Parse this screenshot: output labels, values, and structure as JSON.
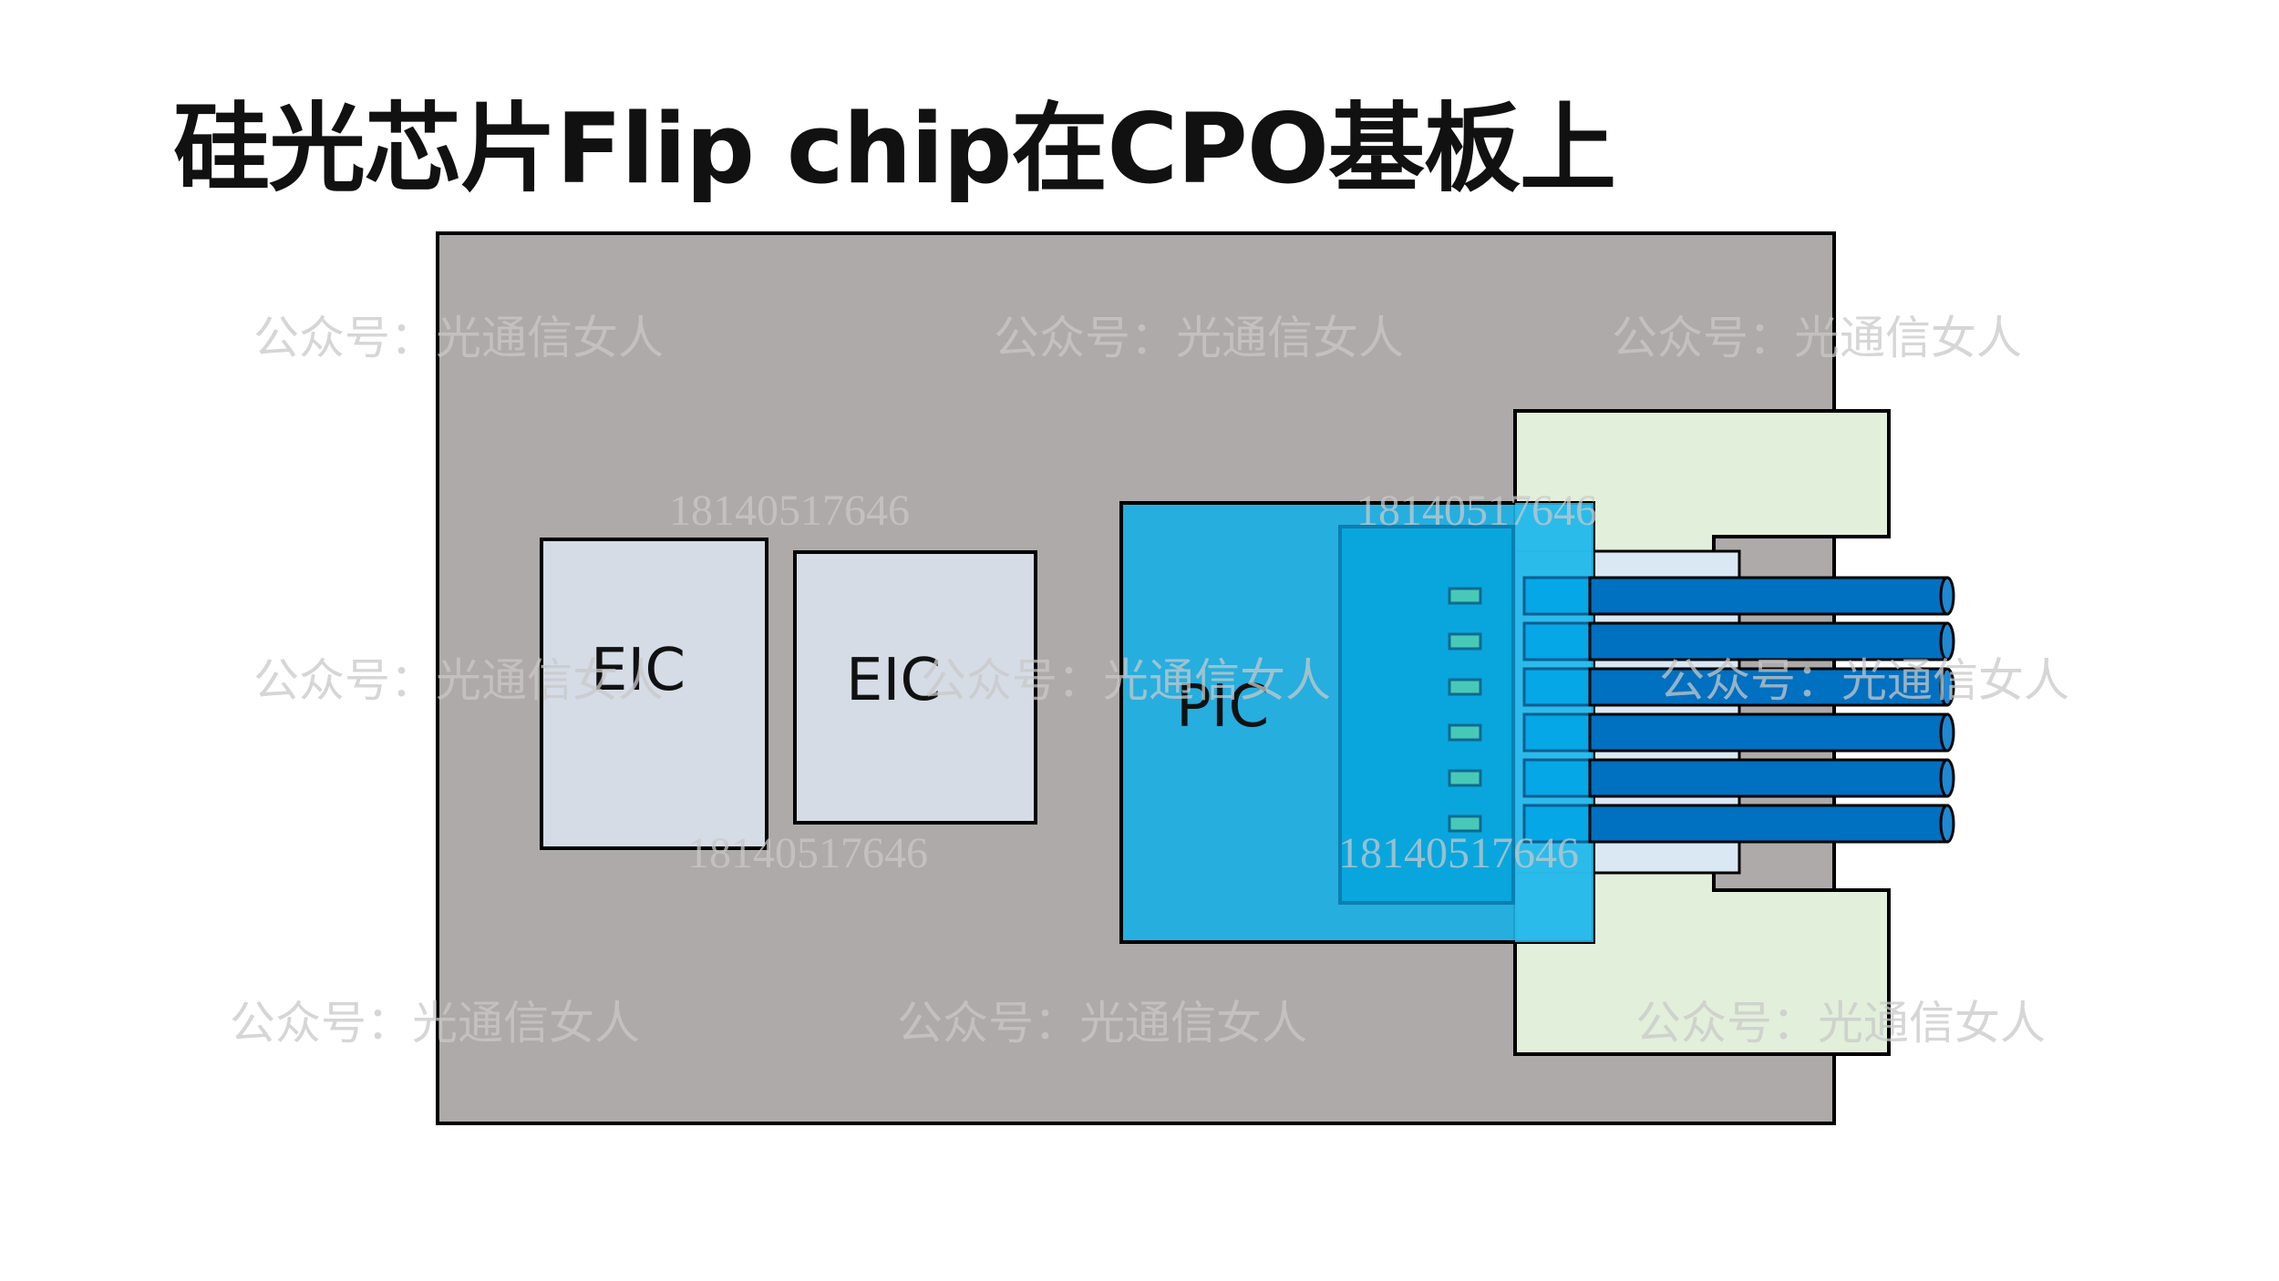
{
  "title": "硅光芯片Flip chip在CPO基板上",
  "labels": {
    "eic_left": "EIC",
    "eic_right": "EIC",
    "pic": "PIC"
  },
  "watermarks": {
    "account": "公众号：光通信女人",
    "phone": "18140517646"
  },
  "colors": {
    "substrate": "#aeaaa9",
    "eic_chip": "#d5dce6",
    "pic_chip": "#1aafe4",
    "fiber_holder": "#e2efda",
    "fiber": "#0070c0"
  },
  "fiber_count": 6,
  "pad_count": 6
}
